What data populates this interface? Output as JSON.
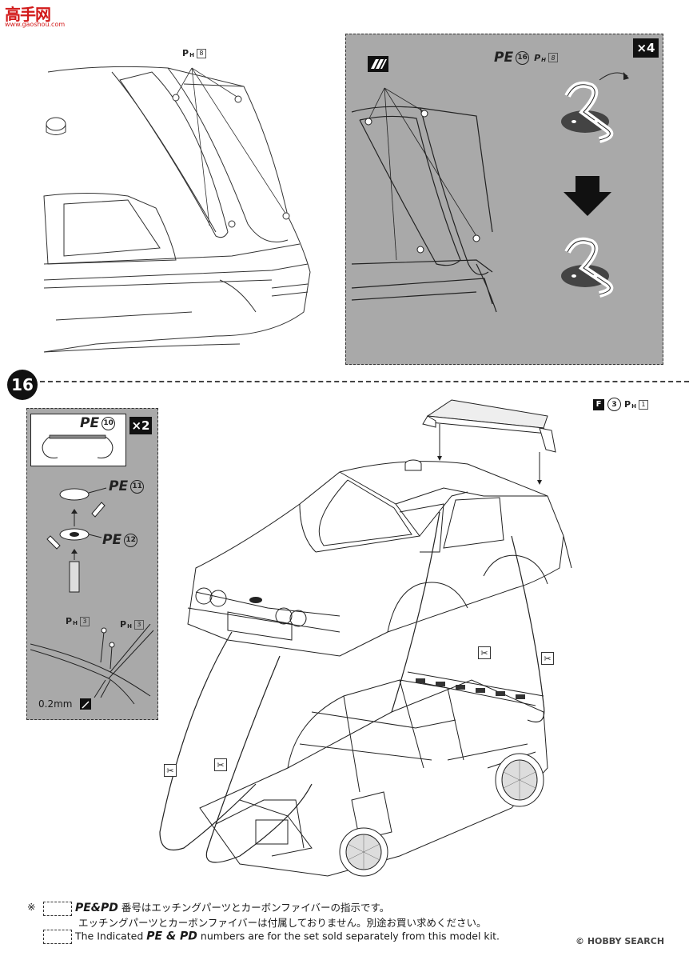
{
  "header": {
    "logo_text": "高手网",
    "logo_url_text": "www.gaoshou.com"
  },
  "top_left": {
    "ph_part": "P",
    "ph_sub": "H",
    "ph_num": "8"
  },
  "top_right_panel": {
    "multiplier": "×4",
    "pe_label": "PE",
    "pe_num": "16",
    "ph_part": "P",
    "ph_sub": "H",
    "ph_num": "8"
  },
  "step": {
    "number": "16"
  },
  "left_panel": {
    "multiplier": "×2",
    "pe10_label": "PE",
    "pe10_num": "10",
    "pe11_label": "PE",
    "pe11_num": "11",
    "pe12_label": "PE",
    "pe12_num": "12",
    "ph3a_part": "P",
    "ph3a_sub": "H",
    "ph3a_num": "3",
    "ph3b_part": "P",
    "ph3b_sub": "H",
    "ph3b_num": "3",
    "thickness": "0.2mm"
  },
  "wing": {
    "f_part": "F",
    "f_num": "3",
    "ph_part": "P",
    "ph_sub": "H",
    "ph_num": "1"
  },
  "notes": {
    "mark": "※",
    "line1_bold": "PE&PD",
    "line1_text": "番号はエッチングパーツとカーボンファイバーの指示です。",
    "line2_text": "エッチングパーツとカーボンファイバーは付属しておりません。別途お買い求めください。",
    "line3_pre": "The Indicated",
    "line3_bold": "PE & PD",
    "line3_post": "numbers are for the set sold separately from this model kit."
  },
  "watermark": {
    "text": "© HOBBY SEARCH"
  }
}
